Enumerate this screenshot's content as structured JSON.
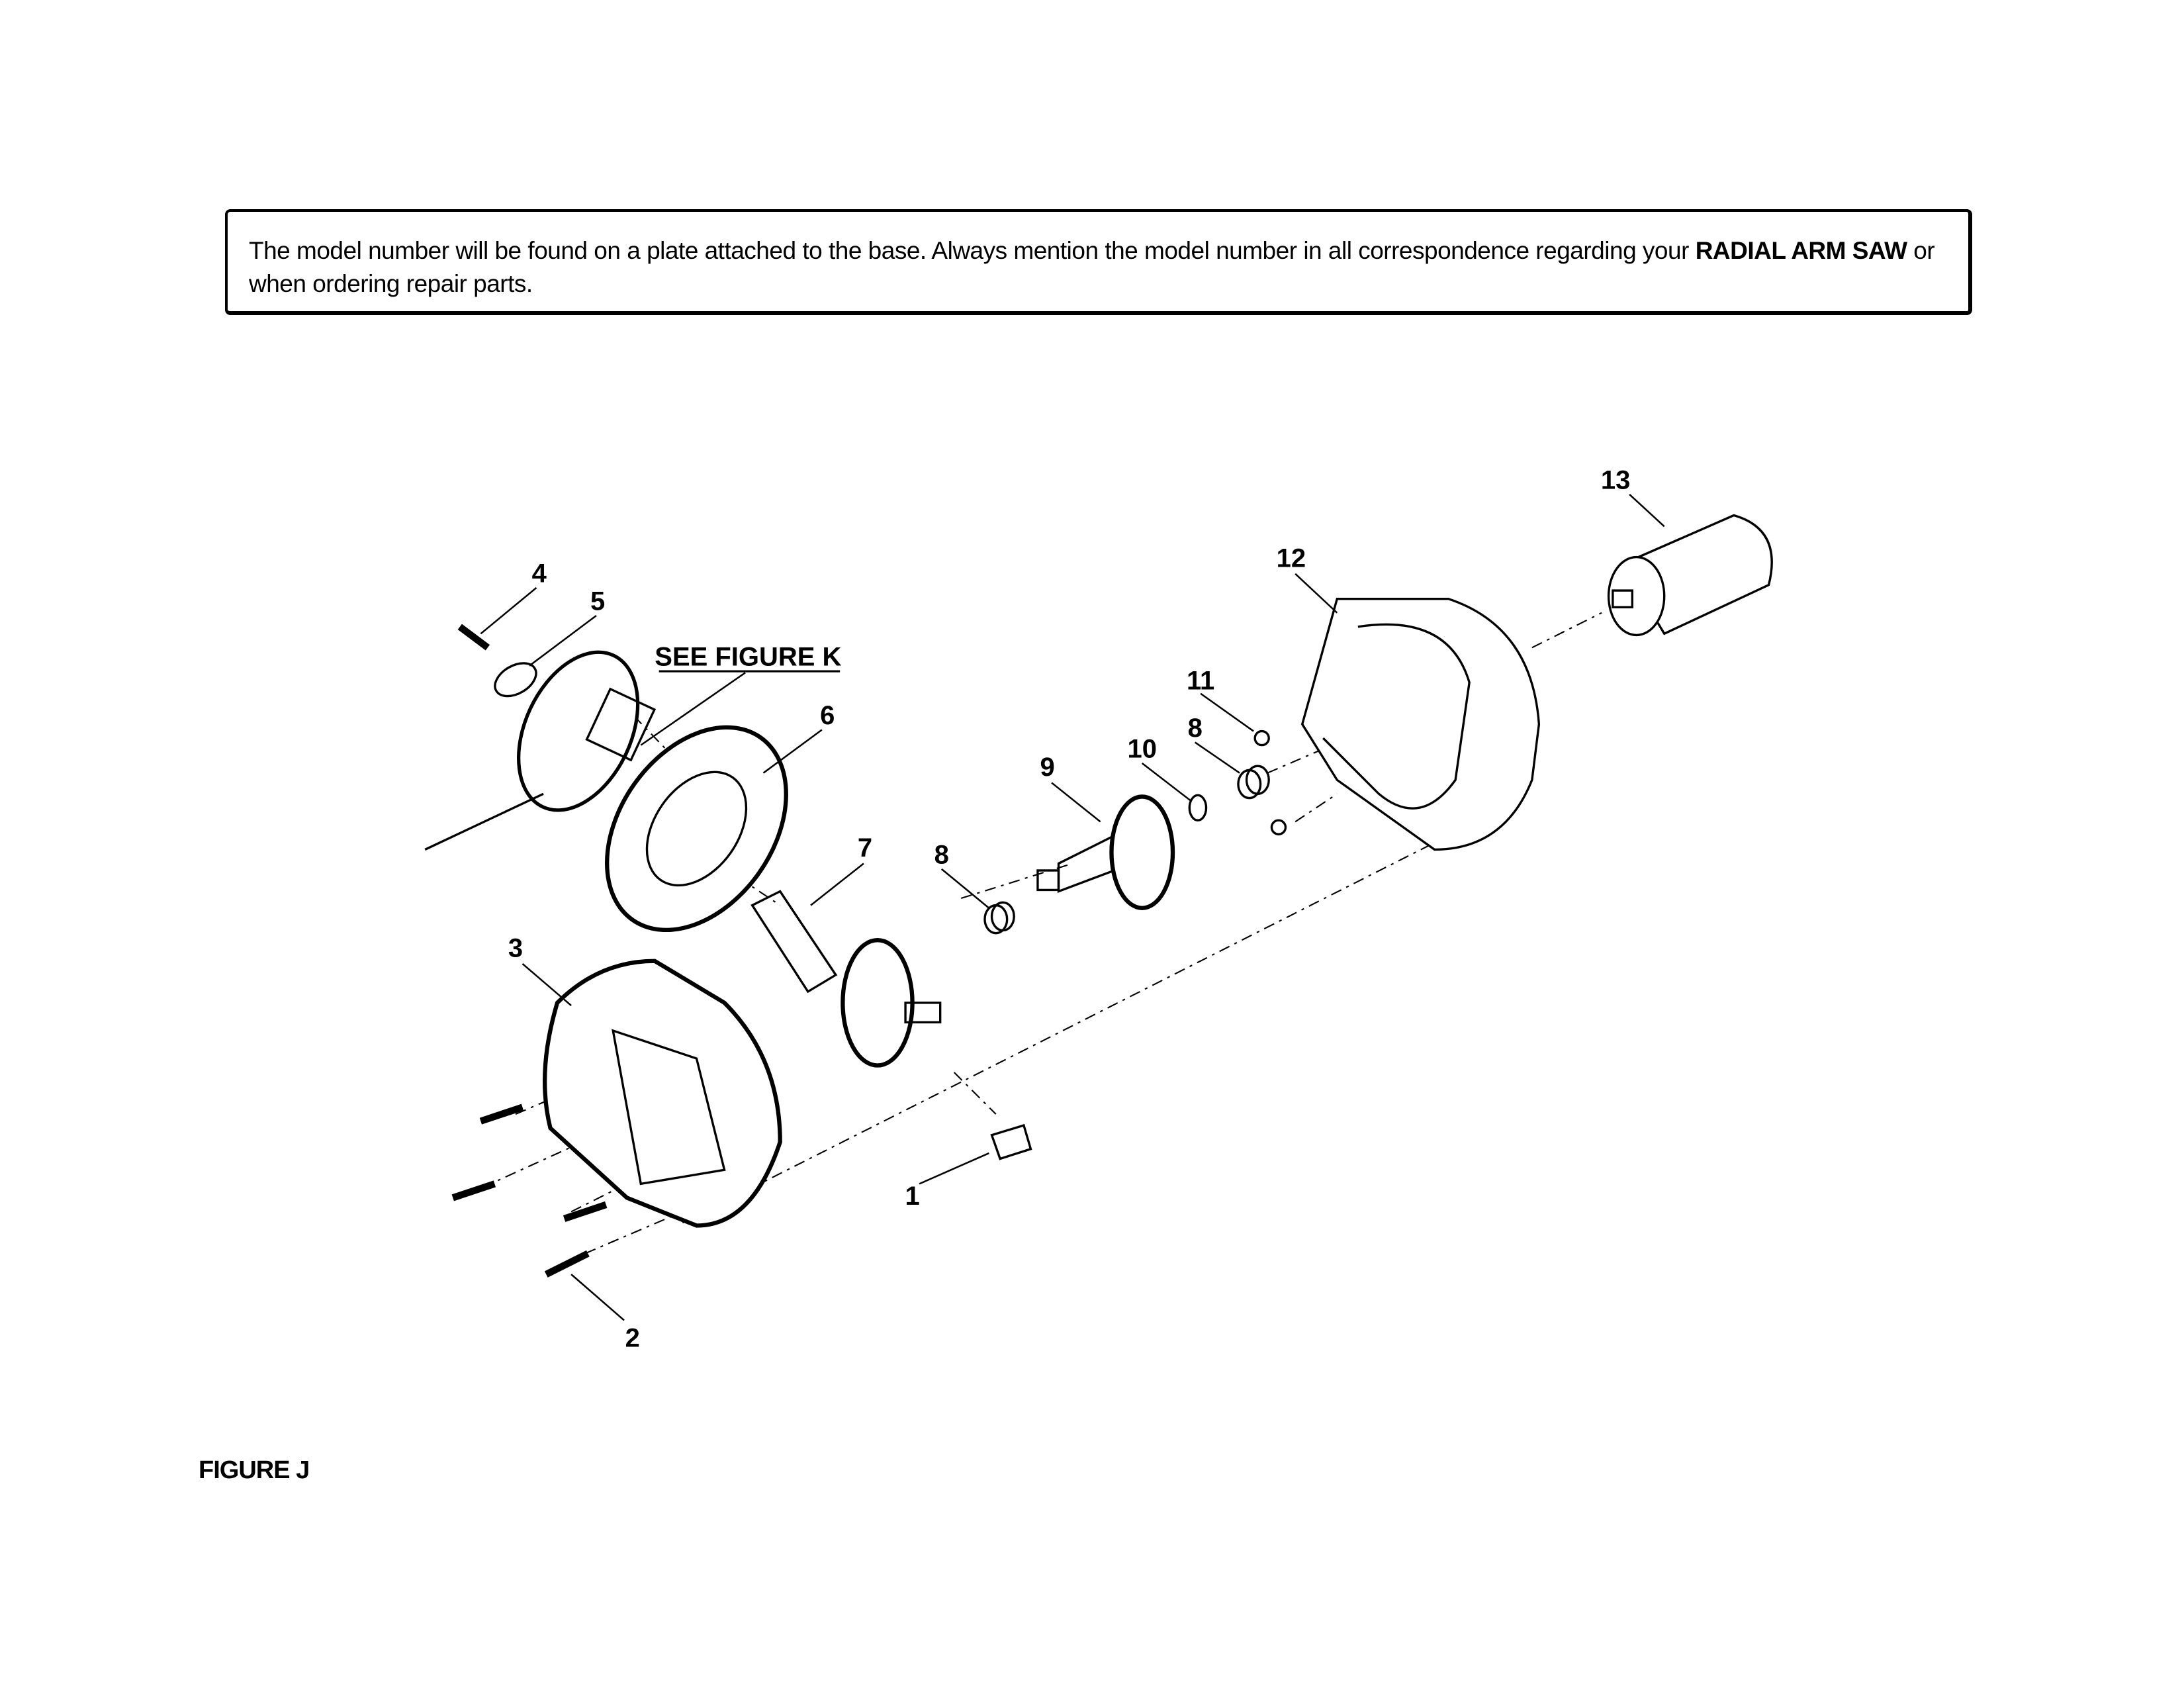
{
  "notice": {
    "text_before": "The model number will be found on a plate attached to the base. Always mention the model number in all correspondence regarding your ",
    "bold_1": "RADIAL ARM SAW",
    "text_after": " or when ordering repair parts."
  },
  "diagram": {
    "see_figure": "SEE FIGURE K",
    "callouts": {
      "c1": "1",
      "c2": "2",
      "c3": "3",
      "c4": "4",
      "c5": "5",
      "c6": "6",
      "c7": "7",
      "c8a": "8",
      "c8b": "8",
      "c9": "9",
      "c10": "10",
      "c11": "11",
      "c12": "12",
      "c13": "13"
    }
  },
  "figure_label": "FIGURE J"
}
